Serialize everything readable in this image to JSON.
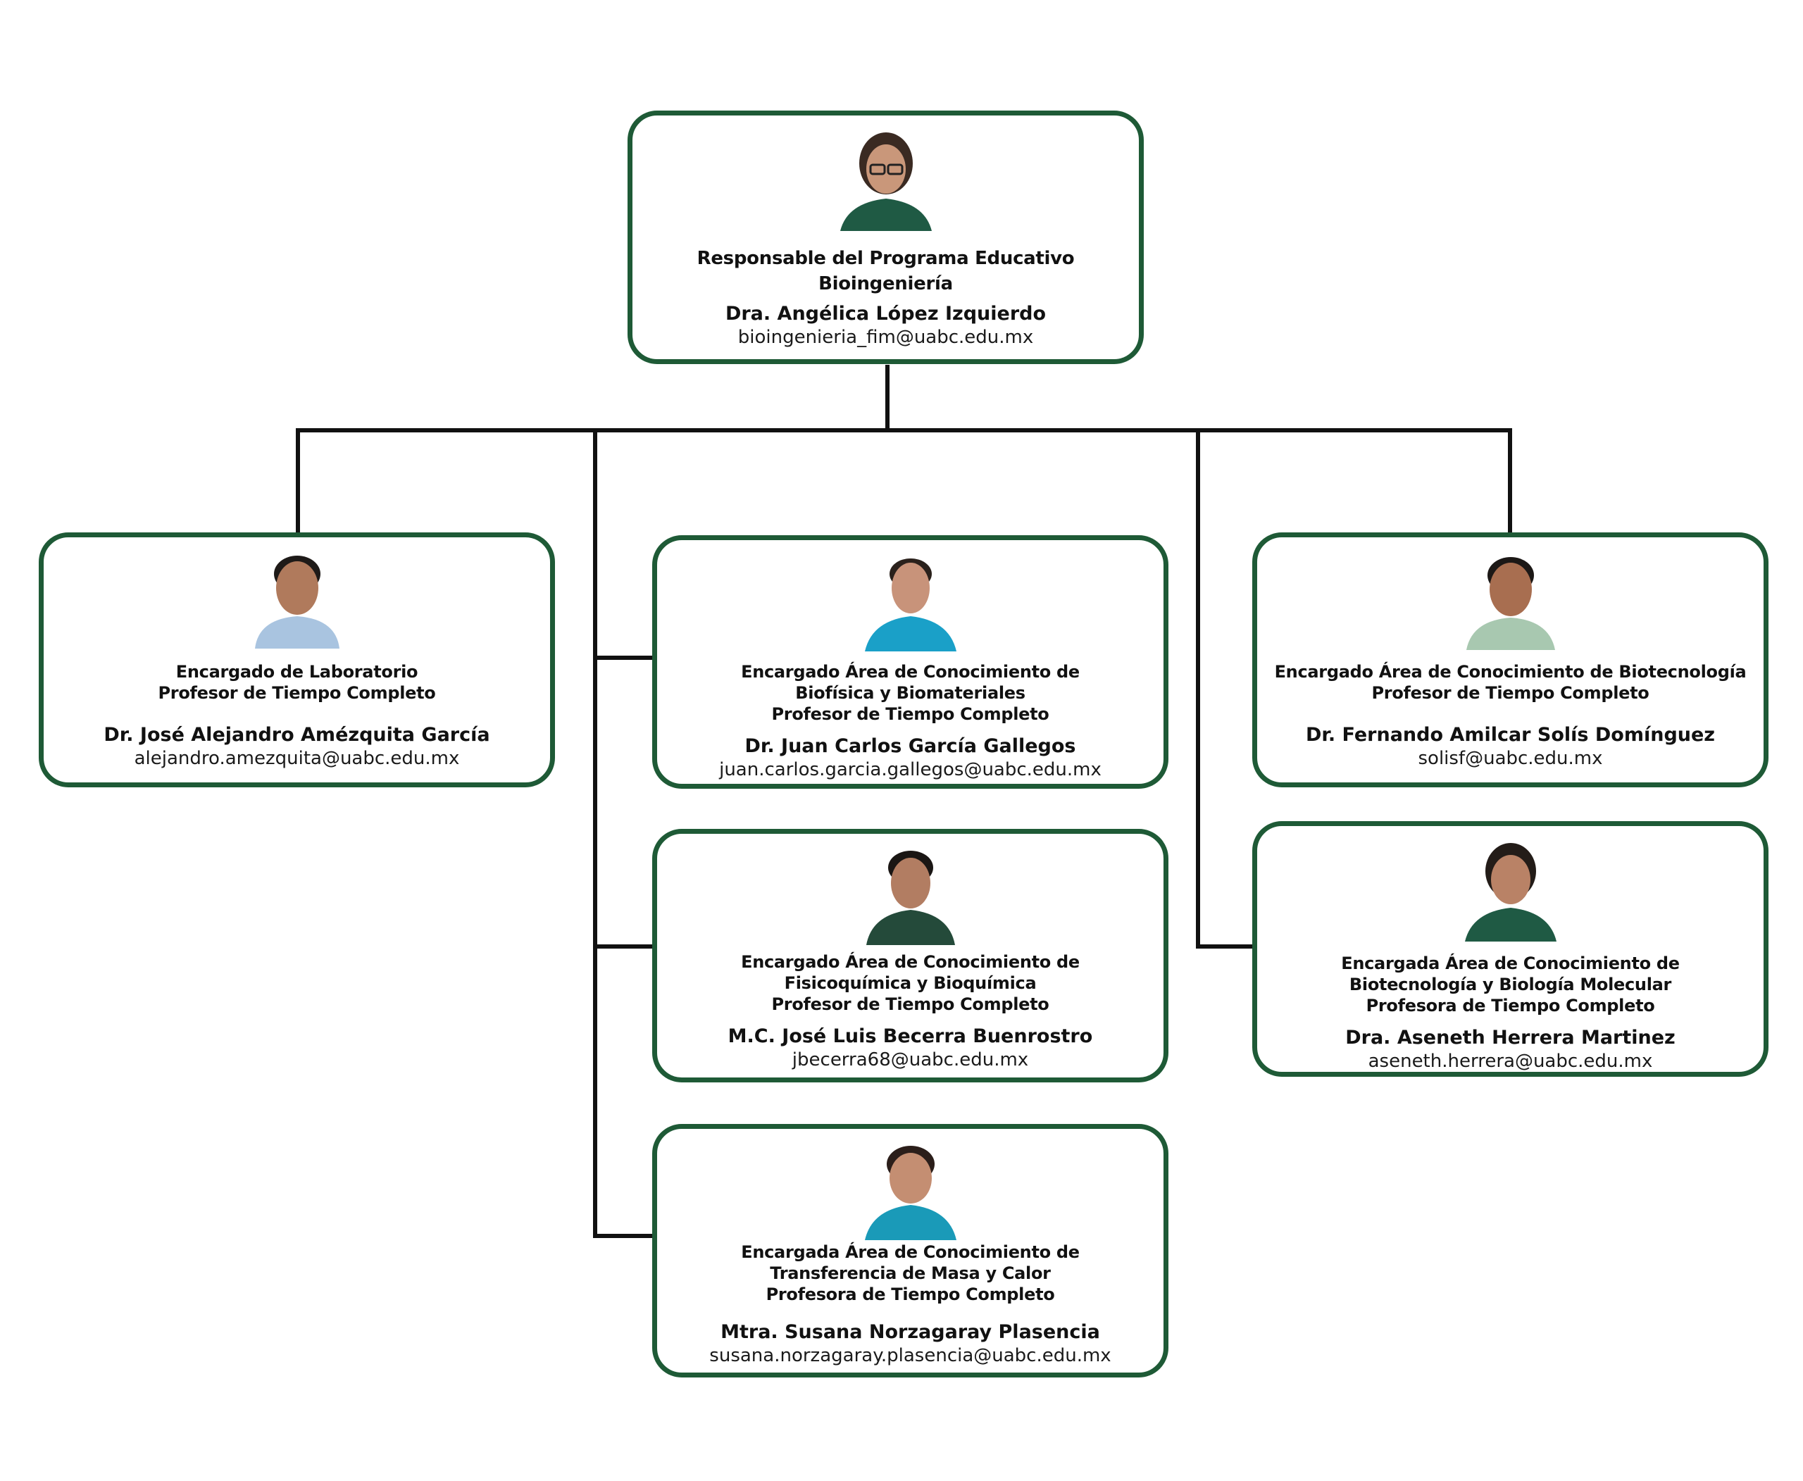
{
  "colors": {
    "border": "#1e5a36",
    "connector": "#111111",
    "text": "#111111"
  },
  "nodes": {
    "head": {
      "role_lines": [
        "Responsable del Programa Educativo",
        "Bioingeniería"
      ],
      "name": "Dra. Angélica López Izquierdo",
      "email": "bioingenieria_fim@uabc.edu.mx",
      "photo_icon": "person-photo-icon"
    },
    "lab": {
      "role_lines": [
        "Encargado de Laboratorio",
        "Profesor de Tiempo Completo"
      ],
      "name": "Dr. José Alejandro Amézquita García",
      "email": "alejandro.amezquita@uabc.edu.mx",
      "photo_icon": "person-photo-icon"
    },
    "biofisica": {
      "role_lines": [
        "Encargado Área de Conocimiento de",
        "Biofísica y Biomateriales",
        "Profesor de Tiempo Completo"
      ],
      "name": "Dr. Juan Carlos García Gallegos",
      "email": "juan.carlos.garcia.gallegos@uabc.edu.mx",
      "photo_icon": "person-photo-icon"
    },
    "biotecnologia": {
      "role_lines": [
        "Encargado Área de Conocimiento de Biotecnología",
        "Profesor de Tiempo Completo"
      ],
      "name": "Dr. Fernando Amilcar Solís Domínguez",
      "email": "solisf@uabc.edu.mx",
      "photo_icon": "person-photo-icon"
    },
    "fisicoquimica": {
      "role_lines": [
        "Encargado Área de Conocimiento de",
        "Fisicoquímica y Bioquímica",
        "Profesor de Tiempo Completo"
      ],
      "name": "M.C. José Luis Becerra Buenrostro",
      "email": "jbecerra68@uabc.edu.mx",
      "photo_icon": "person-photo-icon"
    },
    "biologia": {
      "role_lines": [
        "Encargada Área de Conocimiento de",
        "Biotecnología y Biología Molecular",
        "Profesora de Tiempo Completo"
      ],
      "name": "Dra. Aseneth Herrera Martinez",
      "email": "aseneth.herrera@uabc.edu.mx",
      "photo_icon": "person-photo-icon"
    },
    "transferencia": {
      "role_lines": [
        "Encargada Área de Conocimiento de",
        "Transferencia de Masa y Calor",
        "Profesora de Tiempo Completo"
      ],
      "name": "Mtra. Susana Norzagaray Plasencia",
      "email": "susana.norzagaray.plasencia@uabc.edu.mx",
      "photo_icon": "person-photo-icon"
    }
  }
}
